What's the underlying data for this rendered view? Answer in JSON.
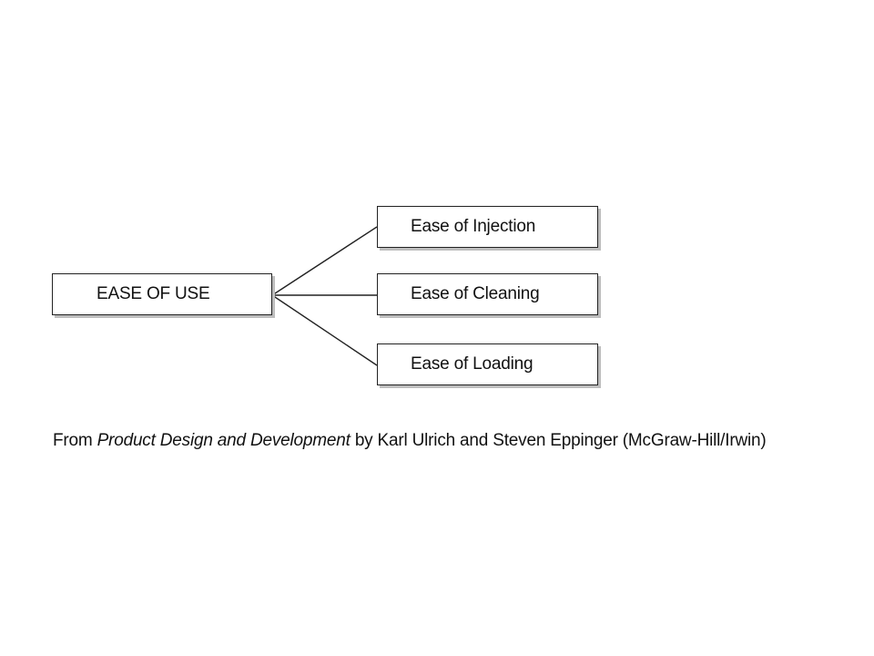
{
  "diagram": {
    "root": {
      "label": "EASE OF USE"
    },
    "children": [
      {
        "label": "Ease of Injection"
      },
      {
        "label": "Ease of Cleaning"
      },
      {
        "label": "Ease of Loading"
      }
    ],
    "colors": {
      "background": "#ffffff",
      "line": "#222222",
      "box_shadow": "#bdbdbd",
      "text": "#111111"
    }
  },
  "caption": {
    "prefix": "From ",
    "book_title": "Product Design and Development",
    "suffix": " by Karl Ulrich and Steven Eppinger (McGraw-Hill/Irwin)"
  }
}
